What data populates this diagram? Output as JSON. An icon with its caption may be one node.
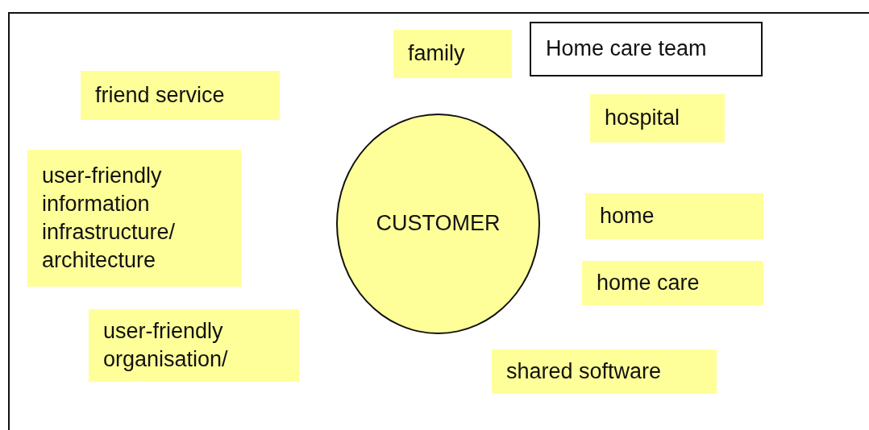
{
  "diagram": {
    "nodes": [
      {
        "text": [
          "family"
        ]
      },
      {
        "text": [
          "Home care team"
        ]
      },
      {
        "text": [
          "friend service"
        ]
      },
      {
        "text": [
          "hospital"
        ]
      },
      {
        "text": [
          "user-friendly information infrastructure/ architecture"
        ]
      },
      {
        "text": [
          "CUSTOMER"
        ]
      },
      {
        "text": [
          "home"
        ]
      },
      {
        "text": [
          "home care"
        ]
      },
      {
        "text": [
          "user-friendly organisation/"
        ]
      },
      {
        "text": [
          "shared software"
        ]
      }
    ]
  }
}
